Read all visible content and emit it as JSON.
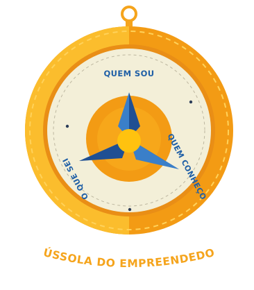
{
  "diagram": {
    "labels": {
      "top": "QUEM SOU",
      "right": "QUEM CONHEÇO",
      "left": "O QUE SEI"
    },
    "title": "BÚSSOLA DO EMPREENDEDOR",
    "colors": {
      "outer_ring": "#f5a41c",
      "outer_ring_light": "#fbbd2d",
      "bezel_dashes": "#ffd25a",
      "face": "#f3efd8",
      "face_border": "#e98e16",
      "center_disc": "#f39b14",
      "center_disc_inner": "#f7b21b",
      "needle_dark": "#1f4f93",
      "needle_light": "#3a7fc9",
      "hub": "#ffc20f",
      "label_text": "#1f5fa6",
      "title_text": "#f5a41c"
    }
  }
}
